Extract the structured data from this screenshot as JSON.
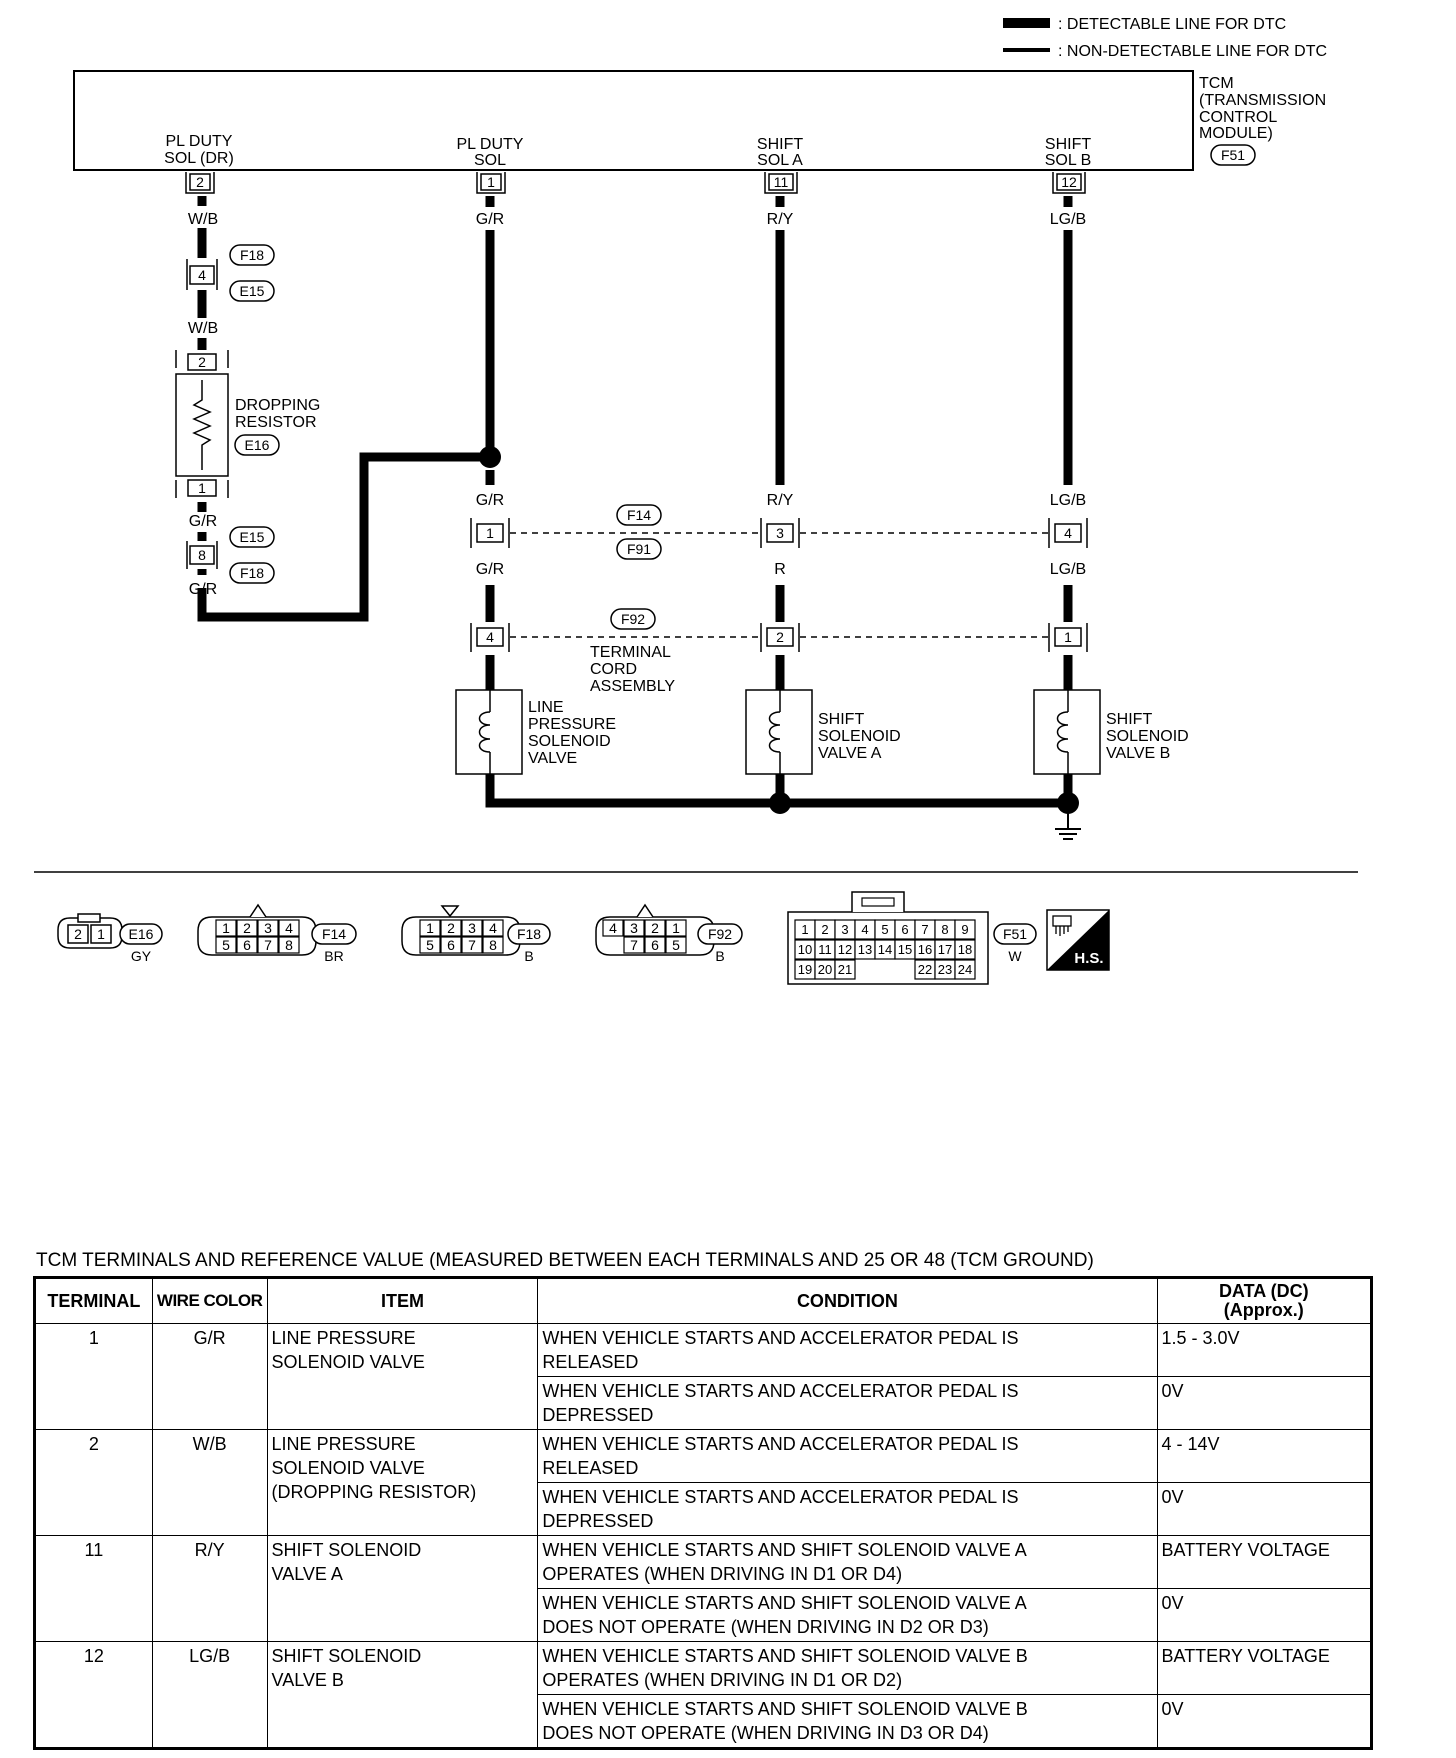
{
  "legend": {
    "detectable": ": DETECTABLE LINE FOR DTC",
    "non_detectable": ": NON-DETECTABLE LINE FOR DTC"
  },
  "tcm": {
    "label_lines": [
      "TCM",
      "(TRANSMISSION",
      "CONTROL",
      "MODULE)"
    ],
    "connector": "F51",
    "terminals": [
      {
        "name_lines": [
          "PL DUTY",
          "SOL (DR)"
        ],
        "pin": "2",
        "wire": "W/B"
      },
      {
        "name_lines": [
          "PL DUTY",
          "SOL"
        ],
        "pin": "1",
        "wire": "G/R"
      },
      {
        "name_lines": [
          "SHIFT",
          "SOL A"
        ],
        "pin": "11",
        "wire": "R/Y"
      },
      {
        "name_lines": [
          "SHIFT",
          "SOL B"
        ],
        "pin": "12",
        "wire": "LG/B"
      }
    ]
  },
  "left_branch": {
    "joint1_pin": "4",
    "joint1_conn_top": "F18",
    "joint1_conn_bottom": "E15",
    "wire_below_joint1": "W/B",
    "resistor_pin_top": "2",
    "resistor_pin_bottom": "1",
    "resistor_label_lines": [
      "DROPPING",
      "RESISTOR"
    ],
    "resistor_conn": "E16",
    "wire_below_resistor": "G/R",
    "joint2_pin": "8",
    "joint2_conn_top": "E15",
    "joint2_conn_bottom": "F18",
    "wire_below_joint2": "G/R"
  },
  "mid_connectors": {
    "upper_conn_top": "F14",
    "upper_conn_bottom": "F91",
    "lower_conn": "F92",
    "terminal_cord_lines": [
      "TERMINAL",
      "CORD",
      "ASSEMBLY"
    ],
    "columns": [
      {
        "wire_above": "G/R",
        "upper_pin": "1",
        "wire_between": "G/R",
        "lower_pin": "4"
      },
      {
        "wire_above": "R/Y",
        "upper_pin": "3",
        "wire_between": "R",
        "lower_pin": "2"
      },
      {
        "wire_above": "LG/B",
        "upper_pin": "4",
        "wire_between": "LG/B",
        "lower_pin": "1"
      }
    ]
  },
  "solenoids": [
    {
      "label_lines": [
        "LINE",
        "PRESSURE",
        "SOLENOID",
        "VALVE"
      ]
    },
    {
      "label_lines": [
        "SHIFT",
        "SOLENOID",
        "VALVE A"
      ]
    },
    {
      "label_lines": [
        "SHIFT",
        "SOLENOID",
        "VALVE B"
      ]
    }
  ],
  "connector_views": [
    {
      "id": "E16",
      "color": "GY",
      "pins": [
        "2",
        "1"
      ]
    },
    {
      "id": "F14",
      "color": "BR",
      "pins_top": [
        "1",
        "2",
        "3",
        "4"
      ],
      "pins_bottom": [
        "5",
        "6",
        "7",
        "8"
      ]
    },
    {
      "id": "F18",
      "color": "B",
      "pins_top": [
        "1",
        "2",
        "3",
        "4"
      ],
      "pins_bottom": [
        "5",
        "6",
        "7",
        "8"
      ]
    },
    {
      "id": "F92",
      "color": "B",
      "pins_top": [
        "4",
        "3",
        "2",
        "1"
      ],
      "pins_bottom": [
        "7",
        "6",
        "5"
      ]
    },
    {
      "id": "F51",
      "color": "W",
      "row1": [
        "1",
        "2",
        "3",
        "4",
        "5",
        "6",
        "7",
        "8",
        "9"
      ],
      "row2": [
        "10",
        "11",
        "12",
        "13",
        "14",
        "15",
        "16",
        "17",
        "18"
      ],
      "row3a": [
        "19",
        "20",
        "21"
      ],
      "row3b": [
        "22",
        "23",
        "24"
      ]
    }
  ],
  "hs_badge": "H.S.",
  "table": {
    "caption": "TCM TERMINALS AND REFERENCE VALUE (MEASURED BETWEEN EACH TERMINALS AND 25 OR 48 (TCM GROUND)",
    "headers": {
      "terminal": "TERMINAL",
      "wire_color": "WIRE COLOR",
      "item": "ITEM",
      "condition": "CONDITION",
      "data_line1": "DATA (DC)",
      "data_line2": "(Approx.)"
    },
    "rows": [
      {
        "terminal": "1",
        "wire": "G/R",
        "item_lines": [
          "LINE PRESSURE",
          "SOLENOID VALVE"
        ],
        "conditions": [
          {
            "lines": [
              "WHEN VEHICLE STARTS AND ACCELERATOR PEDAL IS",
              "RELEASED"
            ],
            "data": "1.5 - 3.0V"
          },
          {
            "lines": [
              "WHEN VEHICLE STARTS AND ACCELERATOR PEDAL IS",
              "DEPRESSED"
            ],
            "data": "0V"
          }
        ]
      },
      {
        "terminal": "2",
        "wire": "W/B",
        "item_lines": [
          "LINE PRESSURE",
          "SOLENOID VALVE",
          "(DROPPING RESISTOR)"
        ],
        "conditions": [
          {
            "lines": [
              "WHEN VEHICLE STARTS AND ACCELERATOR PEDAL IS",
              "RELEASED"
            ],
            "data": "4 - 14V"
          },
          {
            "lines": [
              "WHEN VEHICLE STARTS AND ACCELERATOR PEDAL IS",
              "DEPRESSED"
            ],
            "data": "0V"
          }
        ]
      },
      {
        "terminal": "11",
        "wire": "R/Y",
        "item_lines": [
          "SHIFT SOLENOID",
          "VALVE A"
        ],
        "conditions": [
          {
            "lines": [
              "WHEN VEHICLE STARTS AND SHIFT SOLENOID VALVE A",
              "OPERATES (WHEN DRIVING IN D1 OR D4)"
            ],
            "data": "BATTERY VOLTAGE"
          },
          {
            "lines": [
              "WHEN VEHICLE STARTS AND SHIFT SOLENOID VALVE A",
              "DOES NOT OPERATE (WHEN DRIVING IN D2 OR D3)"
            ],
            "data": "0V"
          }
        ]
      },
      {
        "terminal": "12",
        "wire": "LG/B",
        "item_lines": [
          "SHIFT SOLENOID",
          "VALVE B"
        ],
        "conditions": [
          {
            "lines": [
              "WHEN VEHICLE STARTS AND SHIFT SOLENOID VALVE B",
              "OPERATES (WHEN DRIVING IN D1 OR D2)"
            ],
            "data": "BATTERY VOLTAGE"
          },
          {
            "lines": [
              "WHEN VEHICLE STARTS AND SHIFT SOLENOID VALVE B",
              "DOES NOT OPERATE (WHEN DRIVING IN D3 OR D4)"
            ],
            "data": "0V"
          }
        ]
      }
    ]
  }
}
